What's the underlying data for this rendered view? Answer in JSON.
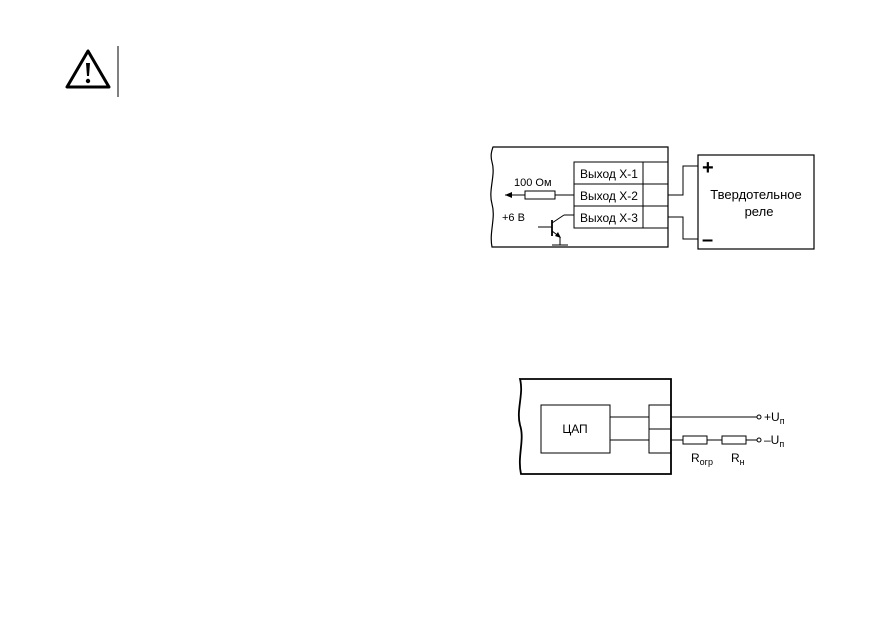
{
  "warning": {
    "icon": "warning-icon"
  },
  "relay_diagram": {
    "resistor_label": "100 Ом",
    "supply_label": "+6 В",
    "outputs": [
      "Выход Х-1",
      "Выход Х-2",
      "Выход Х-3"
    ],
    "relay_line1": "Твердотельное",
    "relay_line2": "реле",
    "plus": "+",
    "minus": "–"
  },
  "dac_diagram": {
    "dac_label": "ЦАП",
    "plus_terminal": "+U",
    "minus_terminal": "–U",
    "supply_subscript": "п",
    "r_limit": "R",
    "r_limit_sub": "огр",
    "r_load": "R",
    "r_load_sub": "н"
  }
}
